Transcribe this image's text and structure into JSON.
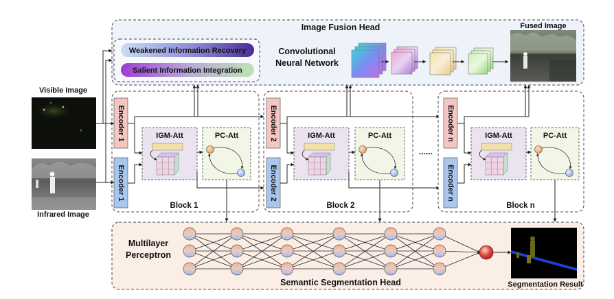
{
  "labels": {
    "visible_image": "Visible Image",
    "infrared_image": "Infrared Image",
    "fusion_head": "Image Fusion Head",
    "fused_image": "Fused Image",
    "weakened_recovery": "Weakened Information Recovery",
    "salient_integration": "Salient Information Integration",
    "cnn_line1": "Convolutional",
    "cnn_line2": "Neural Network",
    "encoder_1": "Encoder 1",
    "encoder_2": "Encoder 2",
    "encoder_n": "Encoder n",
    "igm_att": "IGM-Att",
    "pc_att": "PC-Att",
    "block_1": "Block 1",
    "block_2": "Block 2",
    "block_n": "Block n",
    "ellipsis": "......",
    "mlp_line1": "Multilayer",
    "mlp_line2": "Perceptron",
    "seg_head": "Semantic Segmentation Head",
    "seg_result": "Segmentation Result"
  },
  "colors": {
    "fusion_bg": "#eef3fa",
    "seg_bg": "#fbeee6",
    "encoder_visible": "#f3c6c2",
    "encoder_infrared": "#a9c6ef",
    "igm_bg": "#ebe3ef",
    "pc_bg": "#f1f6e6",
    "node_orange": "#f0ad7a",
    "node_blue": "#a8c4ee",
    "output_node": "#d94a45"
  }
}
